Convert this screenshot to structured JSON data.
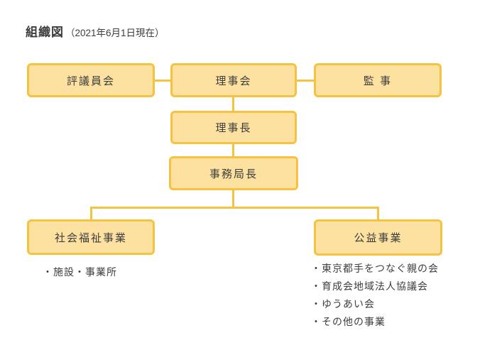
{
  "title": {
    "main": "組織図",
    "date_note": "（2021年6月1日現在）"
  },
  "colors": {
    "background": "#FFFFFF",
    "box_fill": "#FDE1A0",
    "box_border": "#F5C342",
    "connector": "#F5C342",
    "text": "#3D3D3D"
  },
  "nodes": {
    "hyogiinkai": {
      "label": "評議員会"
    },
    "rijikai": {
      "label": "理事会"
    },
    "kanji": {
      "label": "監 事"
    },
    "rijicho": {
      "label": "理事長"
    },
    "jimukyokucho": {
      "label": "事務局長"
    },
    "shakai_fukushi_jigyo": {
      "label": "社会福祉事業"
    },
    "koeki_jigyo": {
      "label": "公益事業"
    }
  },
  "lists": {
    "shakai_fukushi_items": [
      "・施設・事業所"
    ],
    "koeki_items": [
      "・東京都手をつなぐ親の会",
      "・育成会地域法人協議会",
      "・ゆうあい会",
      "・その他の事業"
    ]
  }
}
